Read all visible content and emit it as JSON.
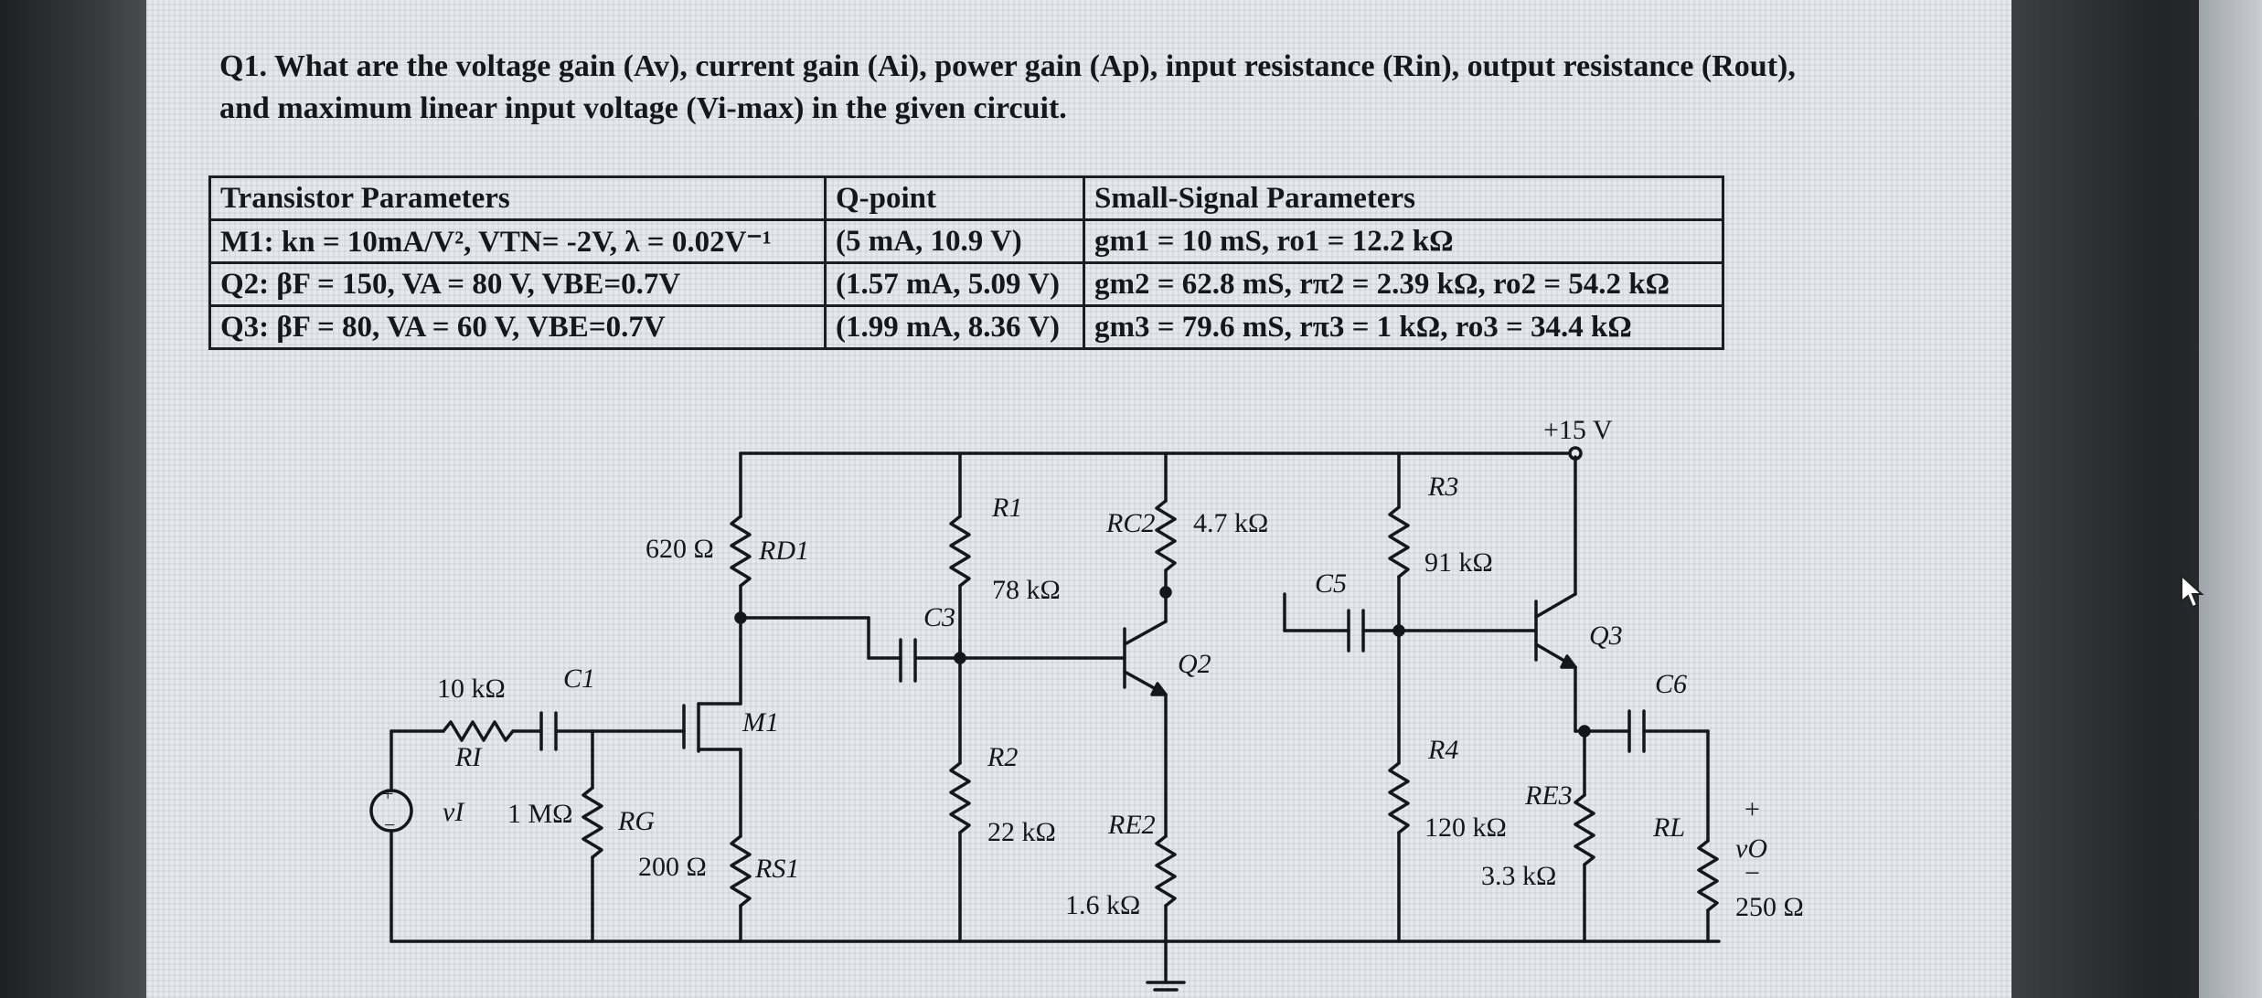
{
  "question": "Q1. What are the voltage gain (Av), current gain (Ai), power gain (Ap), input resistance (Rin), output resistance (Rout), and maximum linear input voltage (Vi-max) in the given circuit.",
  "table": {
    "headers": [
      "Transistor Parameters",
      "Q-point",
      "Small-Signal Parameters"
    ],
    "rows": [
      [
        "M1: kn = 10mA/V², VTN= -2V, λ = 0.02V⁻¹",
        "(5 mA, 10.9 V)",
        "gm1 = 10 mS, ro1 = 12.2 kΩ"
      ],
      [
        "Q2: βF = 150, VA = 80 V, VBE=0.7V",
        "(1.57 mA, 5.09 V)",
        "gm2 = 62.8 mS, rπ2 = 2.39 kΩ, ro2 = 54.2 kΩ"
      ],
      [
        "Q3: βF = 80, VA = 60 V, VBE=0.7V",
        "(1.99 mA, 8.36 V)",
        "gm3 = 79.6 mS, rπ3 = 1 kΩ, ro3 = 34.4 kΩ"
      ]
    ]
  },
  "circuit": {
    "supply": "+15 V",
    "RI": {
      "name": "RI",
      "value": "10 kΩ"
    },
    "C1": "C1",
    "source": "vI",
    "RG": {
      "name": "RG",
      "value": "1 MΩ"
    },
    "RD1": {
      "name": "RD1",
      "value": "620 Ω"
    },
    "RS1": {
      "name": "RS1",
      "value": "200 Ω"
    },
    "M1": "M1",
    "C3": "C3",
    "R1": {
      "name": "R1",
      "value": "78 kΩ"
    },
    "R2": {
      "name": "R2",
      "value": "22 kΩ"
    },
    "RC2": {
      "name": "RC2",
      "value": "4.7 kΩ"
    },
    "RE2": {
      "name": "RE2",
      "value": "1.6 kΩ"
    },
    "Q2": "Q2",
    "C5": "C5",
    "R3": {
      "name": "R3",
      "value": "91 kΩ"
    },
    "R4": {
      "name": "R4",
      "value": "120 kΩ"
    },
    "Q3": "Q3",
    "RE3": {
      "name": "RE3",
      "value": "3.3 kΩ"
    },
    "C6": "C6",
    "RL": {
      "name": "RL",
      "value": "250 Ω"
    },
    "vO": "vO",
    "plus": "+",
    "minus": "−"
  },
  "colors": {
    "ink": "#15171a",
    "paper": "#e6e9ec"
  }
}
